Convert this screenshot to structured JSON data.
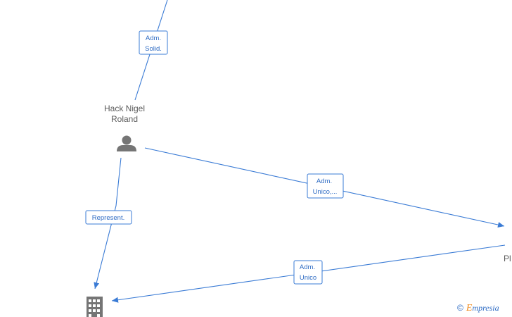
{
  "nodes": {
    "person": {
      "name_line1": "Hack Nigel",
      "name_line2": "Roland"
    },
    "right_partial": {
      "label": "Pl"
    }
  },
  "edges": {
    "top": {
      "line1": "Adm.",
      "line2": "Solid."
    },
    "middle": {
      "line1": "Adm.",
      "line2": "Unico,..."
    },
    "left": {
      "line1": "Represent."
    },
    "bottom": {
      "line1": "Adm.",
      "line2": "Unico"
    }
  },
  "watermark": {
    "copyright": "©",
    "brand_initial": "E",
    "brand_rest": "mpresia"
  },
  "colors": {
    "edge": "#3a7bd5",
    "node_icon": "#757575",
    "text": "#5a5a5a",
    "brand_orange": "#f08a1c"
  }
}
